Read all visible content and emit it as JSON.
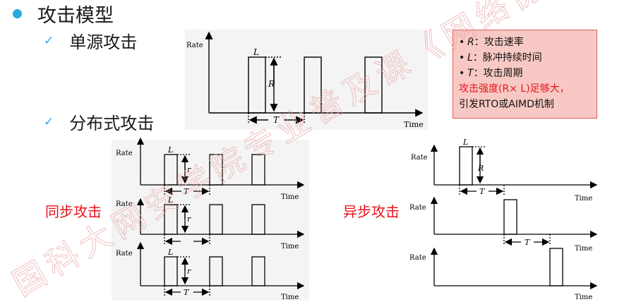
{
  "title": "攻击模型",
  "subtitles": {
    "single": "单源攻击",
    "distributed": "分布式攻击"
  },
  "labels": {
    "sync": "同步攻击",
    "async": "异步攻击"
  },
  "axis": {
    "rate": "Rate",
    "time": "Time"
  },
  "symbols": {
    "L": "L",
    "R": "R",
    "r": "r",
    "T": "T"
  },
  "info": {
    "items": [
      {
        "sym": "R",
        "text": "：攻击速率"
      },
      {
        "sym": "L",
        "text": "：脉冲持续时间"
      },
      {
        "sym": "T",
        "text": "：攻击周期"
      }
    ],
    "note_line1": "攻击强度(R× L)足够大，",
    "note_line2": "引发RTO或AIMD机制"
  },
  "watermark": "国科大网安学院专业普及课《网络协议安全》",
  "colors": {
    "accent": "#29a9e0",
    "red": "#e8141b",
    "box_bg": "#f8c9c4"
  }
}
